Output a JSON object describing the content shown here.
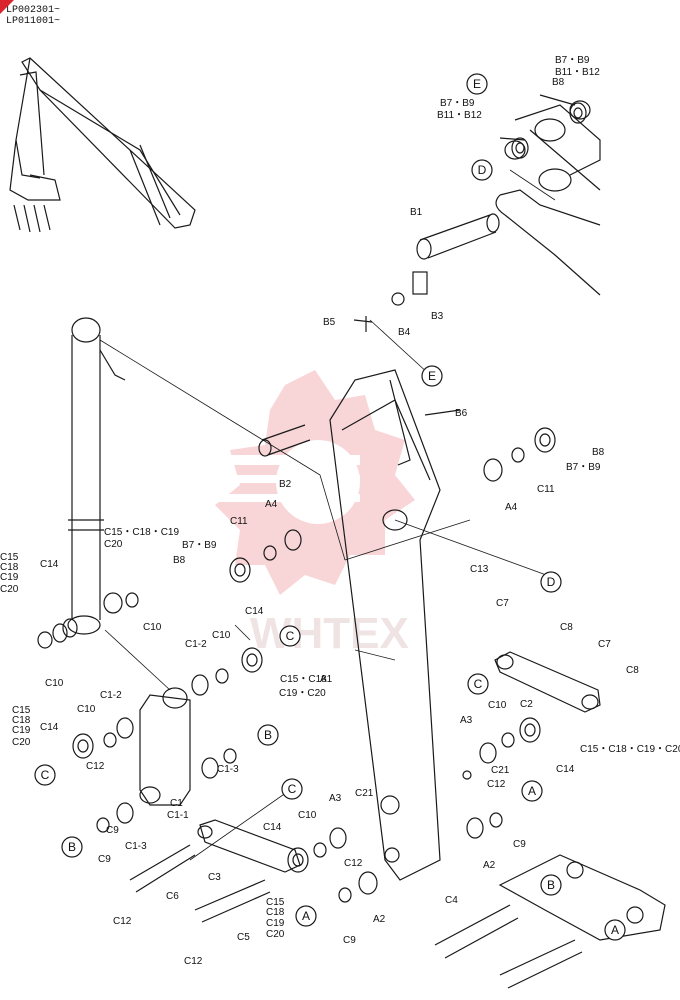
{
  "header": {
    "line1": "LP002301~",
    "line2": "LP011001~"
  },
  "watermark": {
    "text": "WHTEX"
  },
  "callouts": [
    "E",
    "E",
    "D",
    "D",
    "C",
    "C",
    "C",
    "C",
    "B",
    "B",
    "B",
    "A",
    "A",
    "A"
  ],
  "labels": [
    "B7・B9",
    "B11・B12",
    "B8",
    "B7・B9",
    "B11・B12",
    "B1",
    "B3",
    "B4",
    "B5",
    "B6",
    "B8",
    "B7・B9",
    "C11",
    "A4",
    "B2",
    "A4",
    "C11",
    "B7・B9",
    "B8",
    "C13",
    "C15・C18・C19",
    "C20",
    "C14",
    "C15",
    "C18",
    "C19",
    "C20",
    "C10",
    "C10",
    "C1-2",
    "C10",
    "C14",
    "C15・C18",
    "C19・C20",
    "A1",
    "C7",
    "C8",
    "C7",
    "C8",
    "C2",
    "C15",
    "C18",
    "C19",
    "C20",
    "C14",
    "C10",
    "C1-2",
    "C12",
    "C1",
    "C1-1",
    "C9",
    "C1-3",
    "C1-3",
    "C9",
    "C12",
    "C6",
    "C12",
    "C3",
    "C5",
    "C14",
    "C15",
    "C18",
    "C19",
    "C20",
    "C10",
    "A3",
    "C21",
    "C12",
    "C9",
    "A2",
    "A3",
    "C10",
    "C14",
    "C15・C18・C19・C20",
    "C21",
    "C12",
    "A2",
    "C9",
    "C4"
  ],
  "colors": {
    "ink": "#1a1a1a",
    "watermark": "#f2a7ab",
    "badge": "#d9232d"
  }
}
